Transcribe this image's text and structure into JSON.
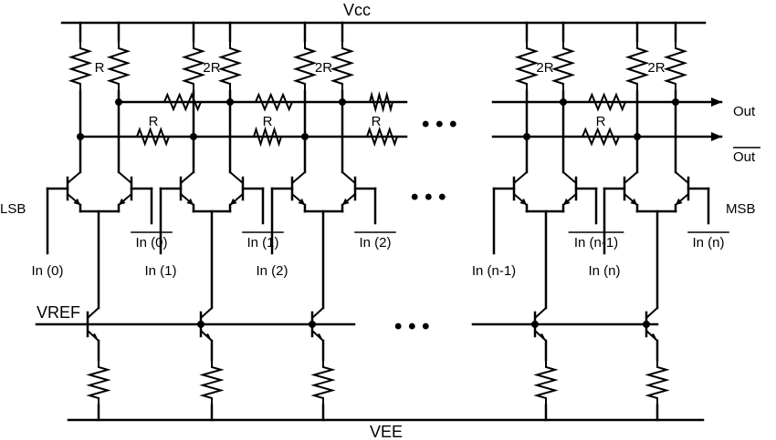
{
  "rails": {
    "vcc": "Vcc",
    "vee": "VEE",
    "vref": "VREF"
  },
  "ends": {
    "lsb": "LSB",
    "msb": "MSB"
  },
  "outputs": {
    "out": "Out",
    "out_bar": "Out"
  },
  "stages": [
    {
      "top_r": "R",
      "in": "In (0)",
      "in_bar": "In (0)"
    },
    {
      "top_r": "2R",
      "in": "In (1)",
      "in_bar": "In (1)"
    },
    {
      "top_r": "2R",
      "in": "In (2)",
      "in_bar": "In (2)"
    },
    {
      "top_r": "2R",
      "in": "In (n-1)",
      "in_bar": "In (n-1)"
    },
    {
      "top_r": "2R",
      "in": "In (n)",
      "in_bar": "In (n)"
    }
  ],
  "ladder_r": [
    "R",
    "R",
    "R",
    "R"
  ],
  "ellipsis": "• • •"
}
